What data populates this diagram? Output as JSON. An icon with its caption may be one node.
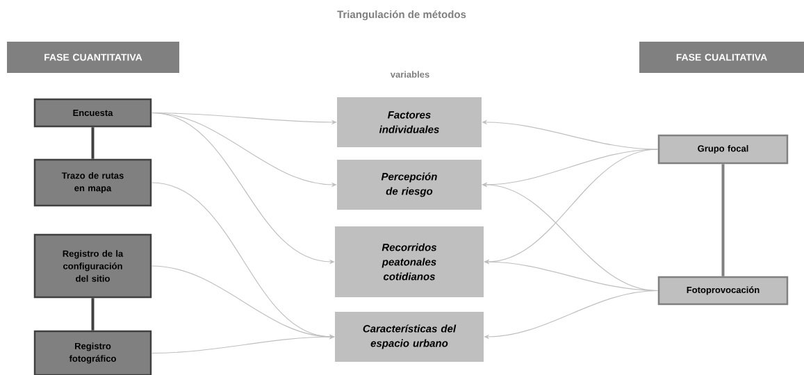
{
  "diagram": {
    "title": "Triangulación de métodos",
    "nodes": [
      {
        "text": [
          "FASE CUANTITATIVA"
        ]
      },
      {
        "text": [
          "FASE CUALITATIVA"
        ]
      },
      {
        "text": [
          "Encuesta"
        ]
      },
      {
        "text": [
          "Trazo de rutas en mapa"
        ]
      },
      {
        "text": [
          "Registro de la configuración del sitio"
        ]
      },
      {
        "text": [
          "Registro fotográfico"
        ]
      },
      {
        "text": [
          "Factores individuales"
        ]
      },
      {
        "text": [
          "Percepción de riesgo"
        ]
      },
      {
        "text": [
          "Recorridos peatonales cotidianos"
        ]
      },
      {
        "text": [
          "Características del espacio urbano"
        ]
      },
      {
        "text": [
          "Grupo focal"
        ]
      },
      {
        "text": [
          "Fotoprovocación"
        ]
      }
    ],
    "edges": [
      {
        "from": 2,
        "to": 3,
        "arrow": "none",
        "style": "thick",
        "color": "#404040"
      },
      {
        "from": 4,
        "to": 5,
        "arrow": "none",
        "style": "thick",
        "color": "#404040"
      },
      {
        "from": 10,
        "to": 11,
        "arrow": "none",
        "style": "thick",
        "color": "#808080"
      },
      {
        "from": 2,
        "to": 6,
        "arrow": "to"
      },
      {
        "from": 2,
        "to": 7,
        "arrow": "to"
      },
      {
        "from": 2,
        "to": 8,
        "arrow": "to"
      },
      {
        "from": 3,
        "to": 9,
        "arrow": "to"
      },
      {
        "from": 4,
        "to": 9,
        "arrow": "to"
      },
      {
        "from": 5,
        "to": 9,
        "arrow": "to"
      },
      {
        "from": 10,
        "to": 6,
        "arrow": "to"
      },
      {
        "from": 10,
        "to": 7,
        "arrow": "to"
      },
      {
        "from": 10,
        "to": 8,
        "arrow": "to"
      },
      {
        "from": 11,
        "to": 7,
        "arrow": "to"
      },
      {
        "from": 11,
        "to": 8,
        "arrow": "to"
      },
      {
        "from": 11,
        "to": 9,
        "arrow": "to"
      }
    ],
    "labels": [
      "variables"
    ]
  }
}
